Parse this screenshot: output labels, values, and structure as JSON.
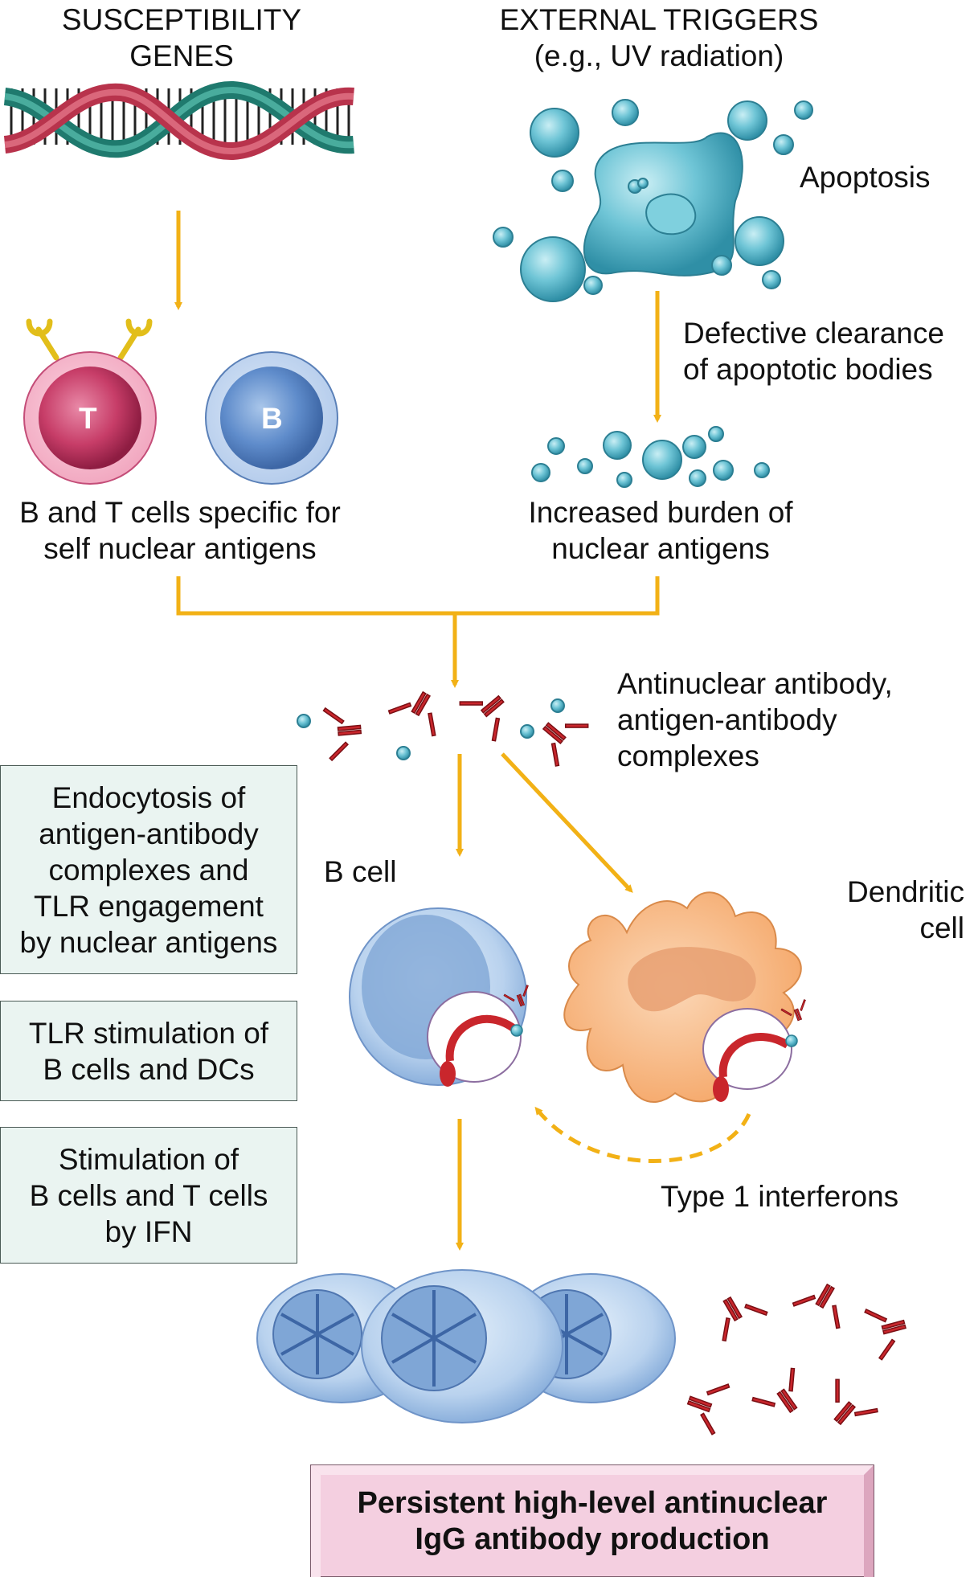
{
  "titles": {
    "genes_line1": "SUSCEPTIBILITY",
    "genes_line2": "GENES",
    "triggers_line1": "EXTERNAL TRIGGERS",
    "triggers_line2": "(e.g., UV radiation)"
  },
  "cell_letters": {
    "t": "T",
    "b": "B"
  },
  "labels": {
    "apoptosis": "Apoptosis",
    "clearance_line1": "Defective clearance",
    "clearance_line2": "of apoptotic bodies",
    "bt_cells_line1": "B and T cells specific for",
    "bt_cells_line2": "self nuclear antigens",
    "burden_line1": "Increased burden of",
    "burden_line2": "nuclear antigens",
    "ana_line1": "Antinuclear antibody,",
    "ana_line2": "antigen-antibody",
    "ana_line3": "complexes",
    "b_cell": "B cell",
    "dendritic_line1": "Dendritic",
    "dendritic_line2": "cell",
    "interferons": "Type 1 interferons"
  },
  "side_boxes": [
    {
      "lines": [
        "Endocytosis of",
        "antigen-antibody",
        "complexes and",
        "TLR engagement",
        "by nuclear antigens"
      ]
    },
    {
      "lines": [
        "TLR stimulation of",
        "B cells and DCs"
      ]
    },
    {
      "lines": [
        "Stimulation of",
        "B cells and T cells",
        "by IFN"
      ]
    }
  ],
  "result": {
    "line1": "Persistent high-level antinuclear",
    "line2": "IgG antibody production"
  },
  "colors": {
    "arrow": "#f2b116",
    "arrow_dark": "#c98a00",
    "antibody": "#c9262c",
    "t_cell": "#d95f86",
    "b_cell": "#7fa6d6",
    "apoptotic": "#6fc7d6",
    "dendritic": "#f7b27a",
    "result_box": "#f4cfe0",
    "side_box": "#eaf4f1"
  }
}
